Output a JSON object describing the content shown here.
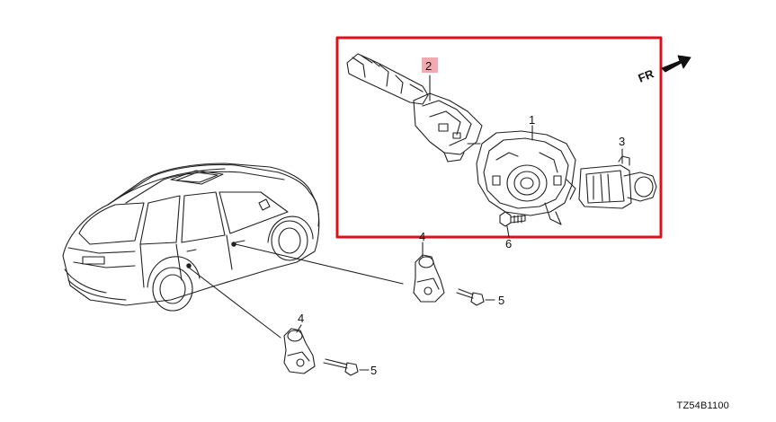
{
  "callouts": {
    "c1": "1",
    "c2": "2",
    "c3": "3",
    "c4a": "4",
    "c4b": "4",
    "c5a": "5",
    "c5b": "5",
    "c6": "6"
  },
  "direction": "FR",
  "diagram_code": "TZ54B1100",
  "colors": {
    "frame": "#e0101b",
    "highlight": "#f4a9b0",
    "line": "#222222"
  },
  "icons": [
    "arrow-right-icon"
  ]
}
